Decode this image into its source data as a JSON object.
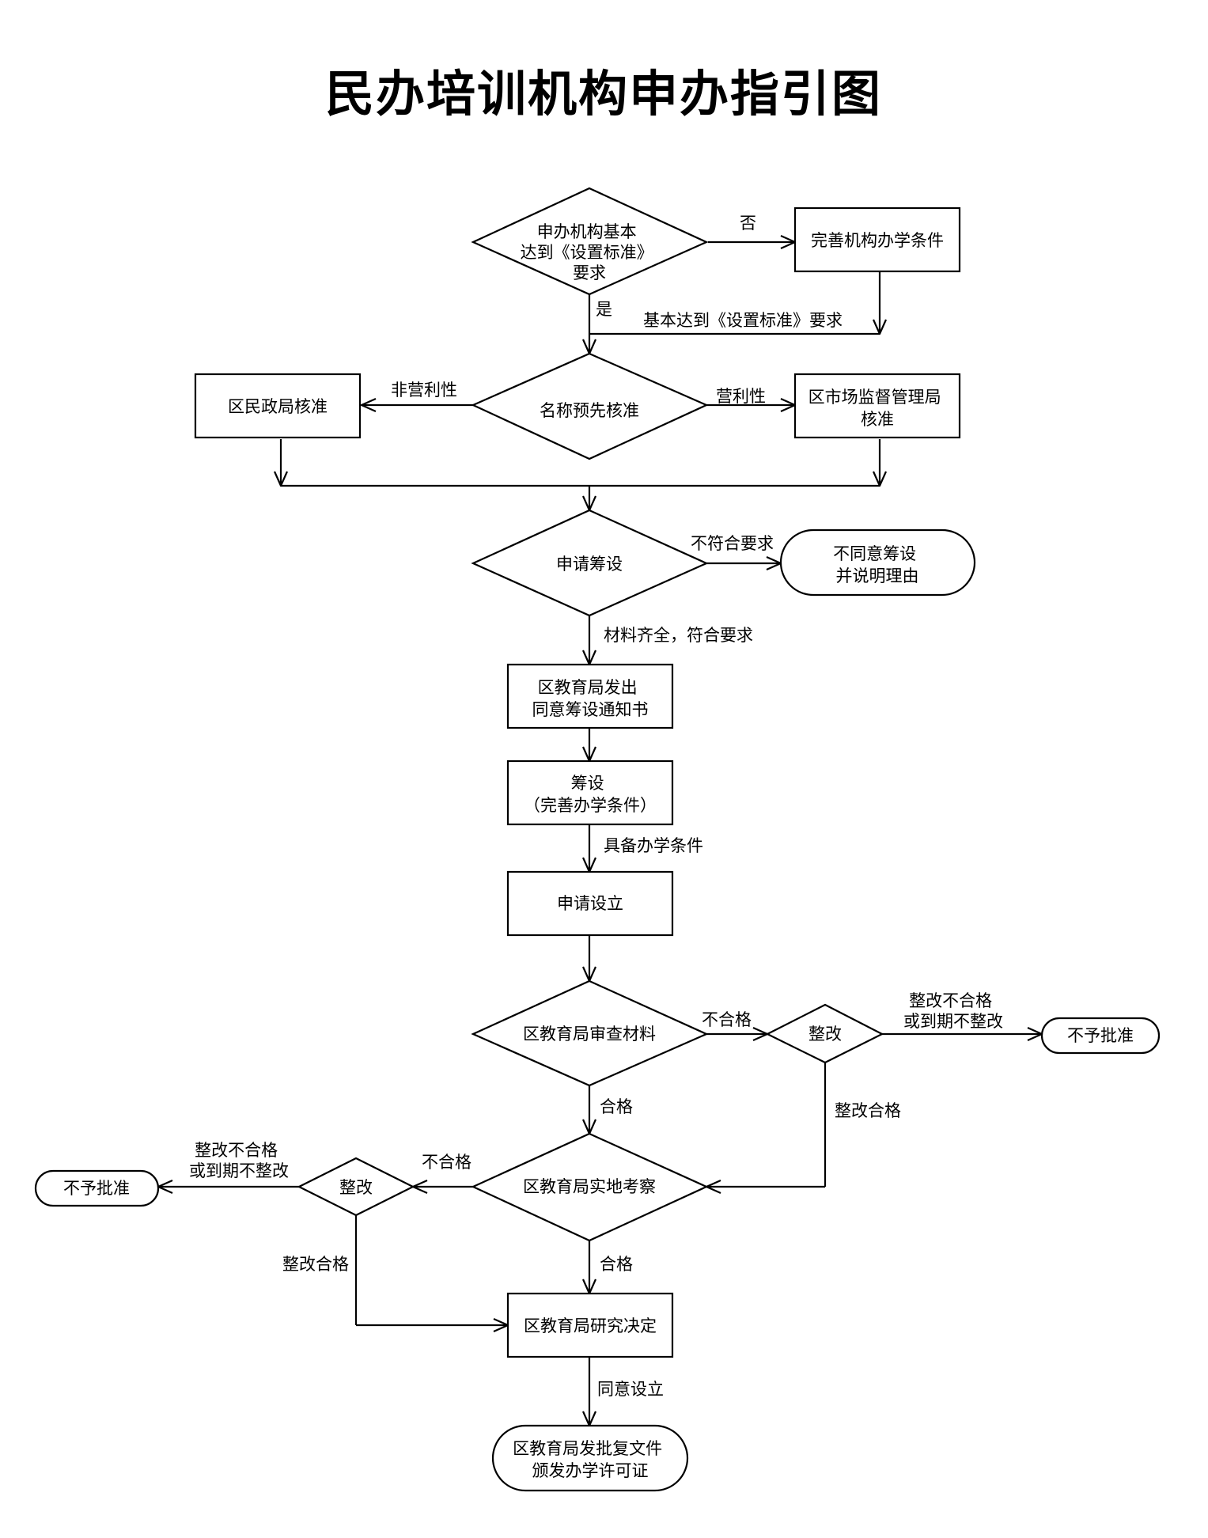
{
  "title": "民办培训机构申办指引图",
  "nodes": {
    "d_basic": {
      "lines": [
        "申办机构基本",
        "达到《设置标准》",
        "要求"
      ]
    },
    "b_improve": {
      "lines": [
        "完善机构办学条件"
      ]
    },
    "d_name": {
      "lines": [
        "名称预先核准"
      ]
    },
    "b_civil": {
      "lines": [
        "区民政局核准"
      ]
    },
    "b_market": {
      "lines": [
        "区市场监督管理局",
        "核准"
      ]
    },
    "d_prepare": {
      "lines": [
        "申请筹设"
      ]
    },
    "t_reject_prep": {
      "lines": [
        "不同意筹设",
        "并说明理由"
      ]
    },
    "b_notice": {
      "lines": [
        "区教育局发出",
        "同意筹设通知书"
      ]
    },
    "b_build": {
      "lines": [
        "筹设",
        "（完善办学条件）"
      ]
    },
    "b_establish": {
      "lines": [
        "申请设立"
      ]
    },
    "d_review": {
      "lines": [
        "区教育局审查材料"
      ]
    },
    "d_fix1": {
      "lines": [
        "整改"
      ]
    },
    "t_deny1": {
      "lines": [
        "不予批准"
      ]
    },
    "d_inspect": {
      "lines": [
        "区教育局实地考察"
      ]
    },
    "d_fix2": {
      "lines": [
        "整改"
      ]
    },
    "t_deny2": {
      "lines": [
        "不予批准"
      ]
    },
    "b_decide": {
      "lines": [
        "区教育局研究决定"
      ]
    },
    "t_license": {
      "lines": [
        "区教育局发批复文件",
        "颁发办学许可证"
      ]
    }
  },
  "edge_labels": {
    "no": "否",
    "yes": "是",
    "basic_met": "基本达到《设置标准》要求",
    "non_profit": "非营利性",
    "for_profit": "营利性",
    "not_meet": "不符合要求",
    "complete": "材料齐全，符合要求",
    "ready": "具备办学条件",
    "fail1": "不合格",
    "fix_fail1": [
      "整改不合格",
      "或到期不整改"
    ],
    "fix_pass1": "整改合格",
    "pass1": "合格",
    "fail2": "不合格",
    "fix_fail2": [
      "整改不合格",
      "或到期不整改"
    ],
    "fix_pass2": "整改合格",
    "pass2": "合格",
    "approve": "同意设立"
  }
}
